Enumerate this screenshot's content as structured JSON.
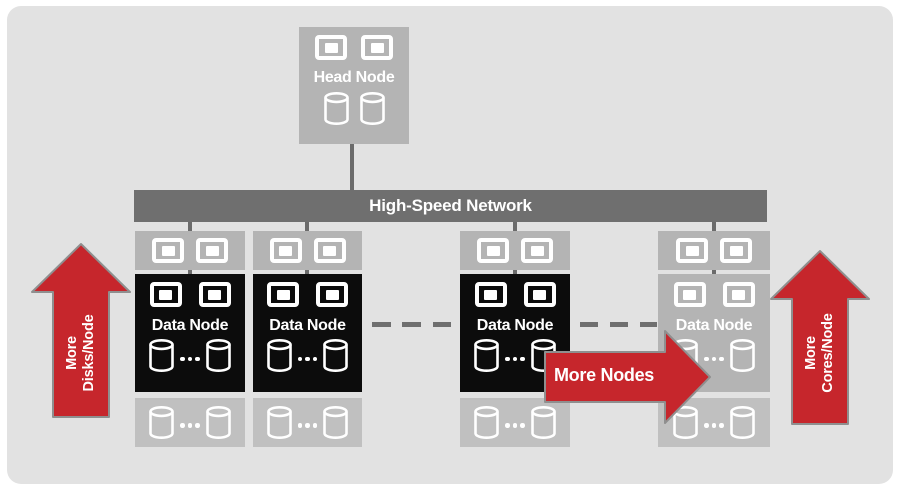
{
  "head_node": {
    "label": "Head Node"
  },
  "network": {
    "label": "High-Speed Network"
  },
  "data_nodes": [
    {
      "label": "Data Node",
      "style": "black"
    },
    {
      "label": "Data Node",
      "style": "black"
    },
    {
      "label": "Data Node",
      "style": "black"
    },
    {
      "label": "Data Node",
      "style": "gray"
    }
  ],
  "arrows": {
    "left": {
      "line1": "More",
      "line2": "Disks/Node",
      "direction": "up"
    },
    "right": {
      "line1": "More",
      "line2": "Cores/Node",
      "direction": "up"
    },
    "more_nodes": {
      "label": "More Nodes",
      "direction": "right"
    }
  },
  "icons": {
    "cpu": "cpu-icon",
    "disk": "disk-cylinder-icon",
    "ellipsis": "ellipsis-dots"
  },
  "colors": {
    "panel_bg": "#e2e2e2",
    "node_gray": "#b4b4b4",
    "bottom_strip_gray": "#c0c0c0",
    "node_black": "#0c0c0c",
    "network_bar": "#6f6f6f",
    "accent_red": "#c6262c",
    "text_white": "#ffffff"
  }
}
